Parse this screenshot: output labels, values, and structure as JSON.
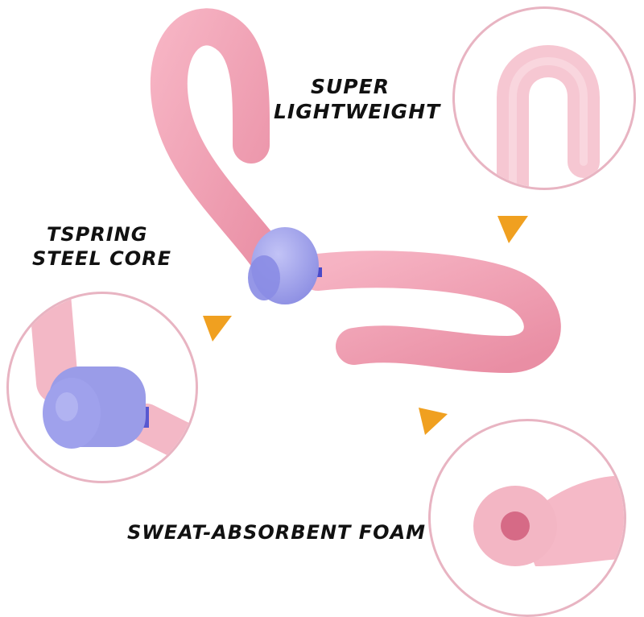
{
  "labels": {
    "super_line1": "SUPER",
    "super_line2": "LIGHTWEIGHT",
    "tspring_line1": "TSPRING",
    "tspring_line2": "STEEL CORE",
    "foam": "SWEAT-ABSORBENT FOAM"
  },
  "colors": {
    "foam_pink": "#f2a6b8",
    "foam_pink_light": "#f6c7d2",
    "hub_purple": "#9a9ce8",
    "arrow_orange": "#f0a020",
    "bubble_border": "#e8b4c2"
  }
}
